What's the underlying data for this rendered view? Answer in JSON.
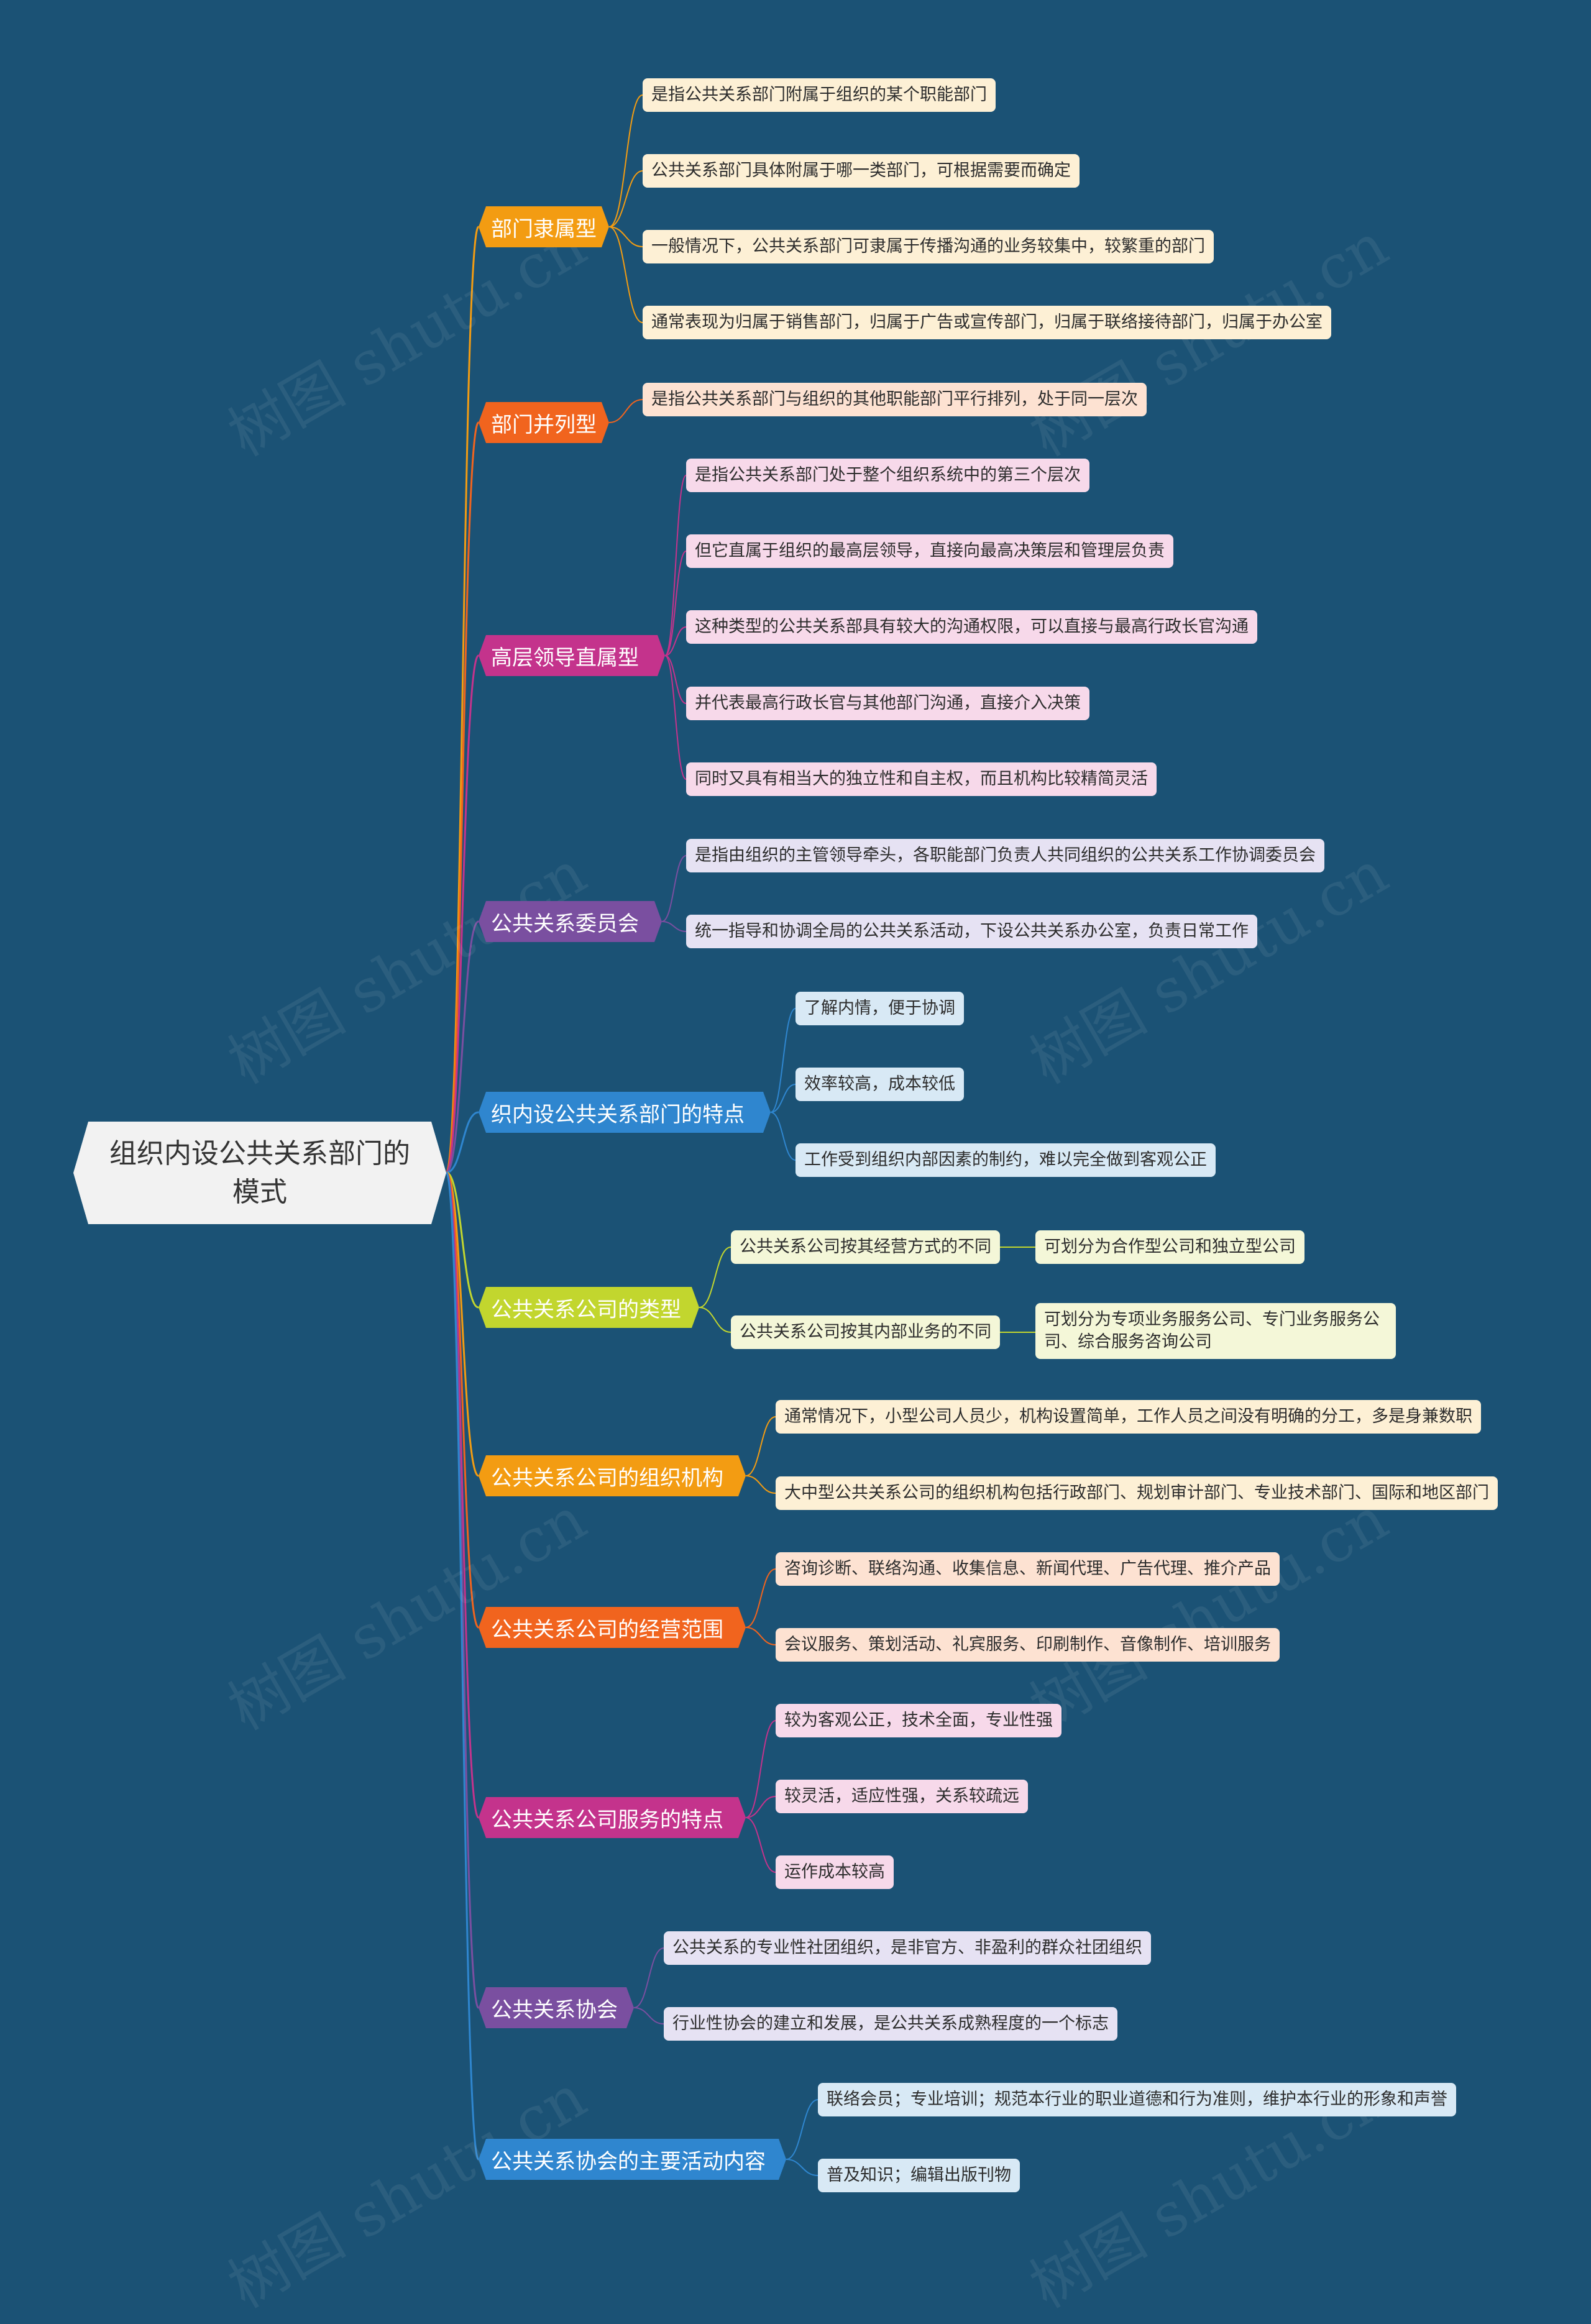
{
  "root": "组织内设公共关系部门的模式",
  "watermark": "树图 shutu.cn",
  "branches": [
    {
      "label": "部门隶属型",
      "color": "#f39c12",
      "leaf_bg": "#fdf0d5",
      "children": [
        "是指公共关系部门附属于组织的某个职能部门",
        "公共关系部门具体附属于哪一类部门，可根据需要而确定",
        "一般情况下，公共关系部门可隶属于传播沟通的业务较集中，较繁重的部门",
        "通常表现为归属于销售部门，归属于广告或宣传部门，归属于联络接待部门，归属于办公室"
      ]
    },
    {
      "label": "部门并列型",
      "color": "#f1641e",
      "leaf_bg": "#fde2d2",
      "children": [
        "是指公共关系部门与组织的其他职能部门平行排列，处于同一层次"
      ]
    },
    {
      "label": "高层领导直属型",
      "color": "#c4338c",
      "leaf_bg": "#f7d9ea",
      "children": [
        "是指公共关系部门处于整个组织系统中的第三个层次",
        "但它直属于组织的最高层领导，直接向最高决策层和管理层负责",
        "这种类型的公共关系部具有较大的沟通权限，可以直接与最高行政长官沟通",
        "并代表最高行政长官与其他部门沟通，直接介入决策",
        "同时又具有相当大的独立性和自主权，而且机构比较精简灵活"
      ]
    },
    {
      "label": "公共关系委员会",
      "color": "#7a4fa0",
      "leaf_bg": "#e6e2f3",
      "children": [
        "是指由组织的主管领导牵头，各职能部门负责人共同组织的公共关系工作协调委员会",
        "统一指导和协调全局的公共关系活动，下设公共关系办公室，负责日常工作"
      ]
    },
    {
      "label": "织内设公共关系部门的特点",
      "color": "#2f86cf",
      "leaf_bg": "#d8e9f5",
      "children": [
        "了解内情，便于协调",
        "效率较高，成本较低",
        "工作受到组织内部因素的制约，难以完全做到客观公正"
      ]
    },
    {
      "label": "公共关系公司的类型",
      "color": "#c2d62e",
      "leaf_bg": "#f4f7d8",
      "children": [
        {
          "label": "公共关系公司按其经营方式的不同",
          "detail": "可划分为合作型公司和独立型公司"
        },
        {
          "label": "公共关系公司按其内部业务的不同",
          "detail": "可划分为专项业务服务公司、专门业务服务公司、综合服务咨询公司"
        }
      ]
    },
    {
      "label": "公共关系公司的组织机构",
      "color": "#f39c12",
      "leaf_bg": "#fdf0d5",
      "children": [
        "通常情况下，小型公司人员少，机构设置简单，工作人员之间没有明确的分工，多是身兼数职",
        "大中型公共关系公司的组织机构包括行政部门、规划审计部门、专业技术部门、国际和地区部门"
      ]
    },
    {
      "label": "公共关系公司的经营范围",
      "color": "#f1641e",
      "leaf_bg": "#fde2d2",
      "children": [
        "咨询诊断、联络沟通、收集信息、新闻代理、广告代理、推介产品",
        "会议服务、策划活动、礼宾服务、印刷制作、音像制作、培训服务"
      ]
    },
    {
      "label": "公共关系公司服务的特点",
      "color": "#c4338c",
      "leaf_bg": "#f7d9ea",
      "children": [
        "较为客观公正，技术全面，专业性强",
        "较灵活，适应性强，关系较疏远",
        "运作成本较高"
      ]
    },
    {
      "label": "公共关系协会",
      "color": "#7a4fa0",
      "leaf_bg": "#e6e2f3",
      "children": [
        "公共关系的专业性社团组织，是非官方、非盈利的群众社团组织",
        "行业性协会的建立和发展，是公共关系成熟程度的一个标志"
      ]
    },
    {
      "label": "公共关系协会的主要活动内容",
      "color": "#2f86cf",
      "leaf_bg": "#d8e9f5",
      "children": [
        "联络会员；专业培训；规范本行业的职业道德和行为准则，维护本行业的形象和声誉",
        "普及知识；编辑出版刊物"
      ]
    }
  ]
}
